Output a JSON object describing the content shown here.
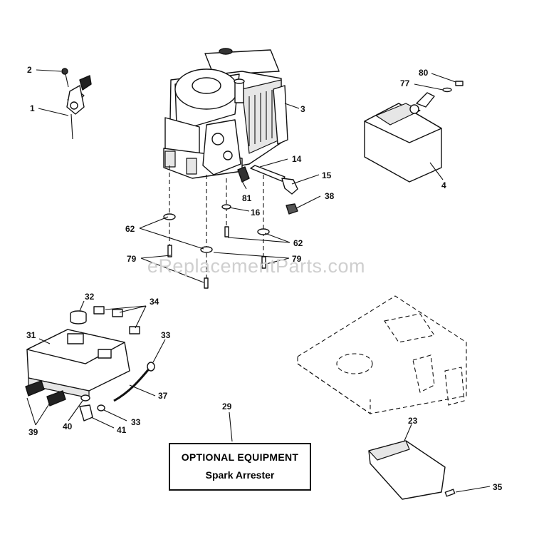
{
  "labels": {
    "l2": "2",
    "l1": "1",
    "l3": "3",
    "l14": "14",
    "l15": "15",
    "l81": "81",
    "l38": "38",
    "l16": "16",
    "l62a": "62",
    "l62b": "62",
    "l79a": "79",
    "l79b": "79",
    "l80": "80",
    "l77": "77",
    "l4": "4",
    "l32": "32",
    "l34": "34",
    "l31": "31",
    "l33a": "33",
    "l37": "37",
    "l33b": "33",
    "l39": "39",
    "l40": "40",
    "l41": "41",
    "l29": "29",
    "l23": "23",
    "l35": "35"
  },
  "optional_box": {
    "title": "OPTIONAL EQUIPMENT",
    "subtitle": "Spark Arrester"
  },
  "watermark": "eReplacementParts.com"
}
